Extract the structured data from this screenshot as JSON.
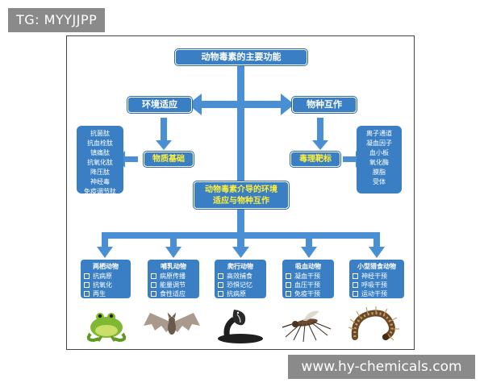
{
  "watermark": {
    "top_left": "TG: MYYJJPP",
    "bottom_right": "www.hy-chemicals.com"
  },
  "diagram": {
    "title": "动物毒素的主要功能",
    "left_branch": "环境适应",
    "right_branch": "物种互作",
    "left_sub": "物质基础",
    "right_sub": "毒理靶标",
    "center": [
      "动物毒素介导的环境",
      "适应与物种互作"
    ],
    "left_list": [
      "抗菌肽",
      "抗血栓肽",
      "镇痛肽",
      "抗氧化肽",
      "降压肽",
      "神经毒",
      "免疫调节肽"
    ],
    "right_list": [
      "离子通道",
      "凝血因子",
      "血小板",
      "氧化酶",
      "膜脂",
      "受体"
    ],
    "categories": [
      {
        "title": "两栖动物",
        "items": [
          "抗病原",
          "抗氧化",
          "再生"
        ],
        "animal": "frog-image"
      },
      {
        "title": "哺乳动物",
        "items": [
          "病原传播",
          "能量调节",
          "食性适应"
        ],
        "animal": "bat-image"
      },
      {
        "title": "爬行动物",
        "items": [
          "高效捕食",
          "恐惧记忆",
          "抗病原"
        ],
        "animal": "cobra-image"
      },
      {
        "title": "吸血动物",
        "items": [
          "凝血干预",
          "血压干预",
          "免疫干预"
        ],
        "animal": "mosquito-image"
      },
      {
        "title": "小型猎食动物",
        "items": [
          "神经干预",
          "呼吸干预",
          "运动干预"
        ],
        "animal": "centipede-image"
      }
    ]
  },
  "colors": {
    "box_blue": "#3a7fc4",
    "arrow_blue": "#4a8fd4",
    "highlight_yellow": "#ffef3a"
  }
}
